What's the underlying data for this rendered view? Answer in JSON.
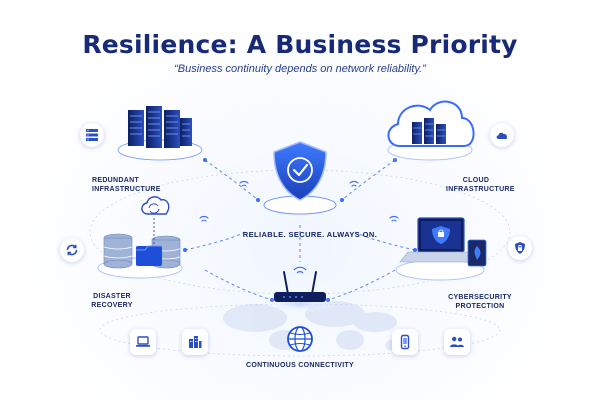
{
  "header": {
    "title": "Resilience: A Business Priority",
    "quote": "“Business continuity depends on network reliability.”"
  },
  "nodes": {
    "redundant": {
      "line1": "Redundant",
      "line2": "Infrastructure",
      "icon": "server-rack-icon"
    },
    "cloud": {
      "line1": "Cloud",
      "line2": "Infrastructure",
      "icon": "cloud-icon"
    },
    "disaster": {
      "line1": "Disaster",
      "line2": "Recovery",
      "icon": "sync-icon"
    },
    "cyber": {
      "line1": "Cybersecurity",
      "line2": "Protection",
      "icon": "lock-icon"
    },
    "connectivity": {
      "label": "Continuous Connectivity",
      "icon": "globe-icon"
    }
  },
  "center": {
    "tagline": "RELIABLE. SECURE. ALWAYS ON.",
    "icon": "shield-check-icon"
  },
  "bottom_icons": [
    "laptop-icon",
    "buildings-icon",
    "globe-icon",
    "phone-icon",
    "people-icon"
  ],
  "colors": {
    "navy": "#172a78",
    "blue": "#1f4fd8",
    "light_blue": "#6f95ff",
    "accent": "#3a6bff"
  }
}
